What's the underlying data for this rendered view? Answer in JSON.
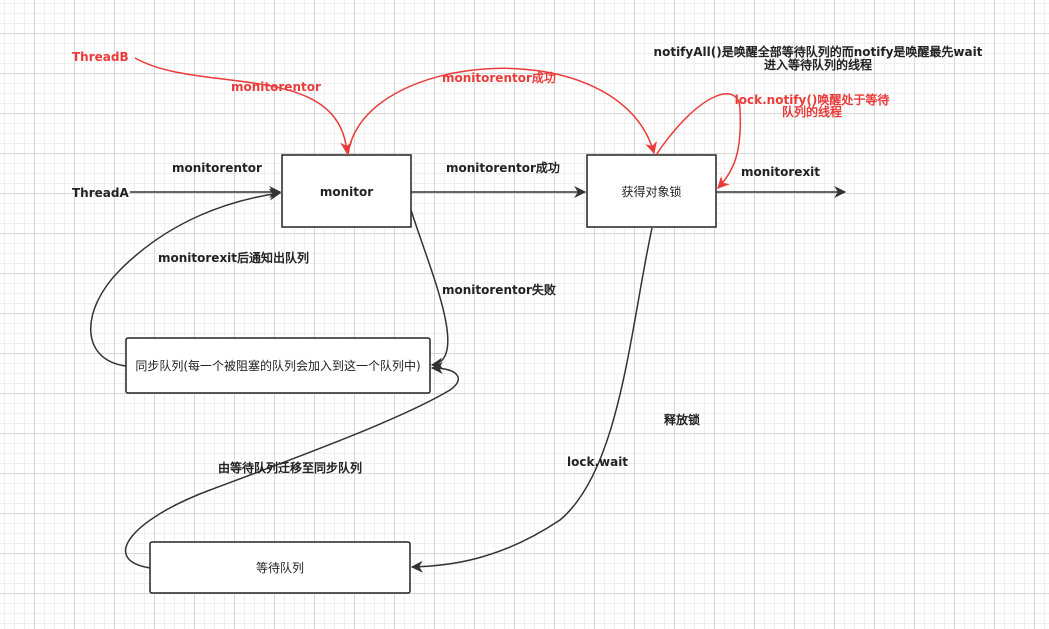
{
  "nodes": {
    "monitor": "monitor",
    "lock_acquired": "获得对象锁",
    "sync_queue": "同步队列(每一个被阻塞的队列会加入到这一个队列中)",
    "wait_queue": "等待队列"
  },
  "labels": {
    "thread_b": "ThreadB",
    "thread_a": "ThreadA",
    "b_monitorentor": "monitorentor",
    "a_monitorentor": "monitorentor",
    "red_success": "monitorentor成功",
    "success": "monitorentor成功",
    "notify_all_line1": "notifyAll()是唤醒全部等待队列的而notify是唤醒最先wait",
    "notify_all_line2": "进入等待队列的线程",
    "lock_notify_line1": "lock.notify()唤醒处于等待",
    "lock_notify_line2": "队列的线程",
    "monitorexit": "monitorexit",
    "exit_notify": "monitorexit后通知出队列",
    "fail": "monitorentor失败",
    "release": "释放锁",
    "lock_wait": "lock.wait",
    "migrate": "由等待队列迁移至同步队列"
  },
  "colors": {
    "edge": "#333333",
    "highlight": "#ea3b3b"
  }
}
